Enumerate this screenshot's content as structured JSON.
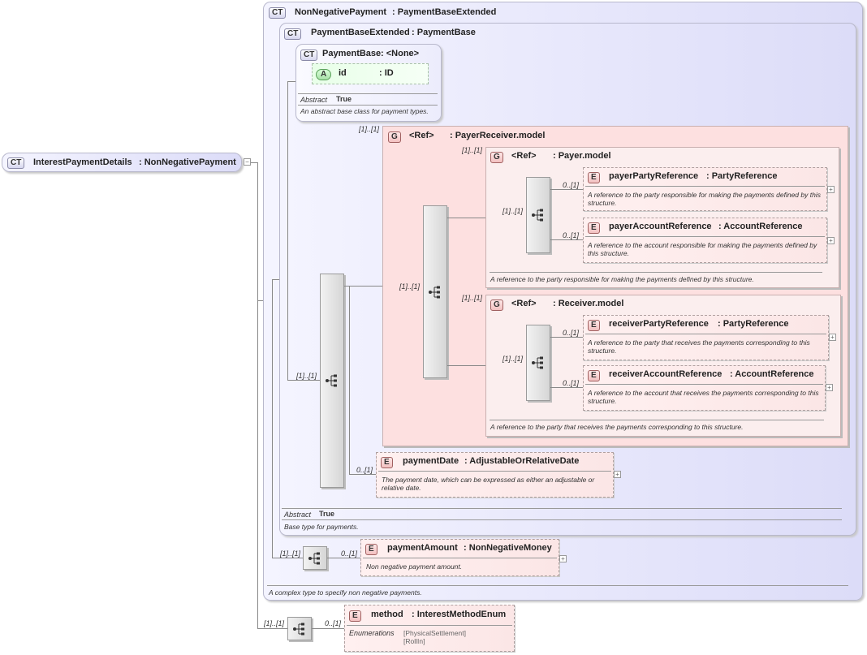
{
  "root": {
    "badge": "CT",
    "name": "InterestPaymentDetails",
    "type": "NonNegativePayment"
  },
  "ct1": {
    "badge": "CT",
    "name": "NonNegativePayment",
    "type": "PaymentBaseExtended",
    "doc": "A complex type to specify non negative payments."
  },
  "ct2": {
    "badge": "CT",
    "name": "PaymentBaseExtended",
    "type": "PaymentBase",
    "abstract_label": "Abstract",
    "abstract_value": "True",
    "doc": "Base type for payments."
  },
  "ct3": {
    "badge": "CT",
    "name": "PaymentBase",
    "type": "<None>",
    "abstract_label": "Abstract",
    "abstract_value": "True",
    "doc": "An abstract base class for payment types."
  },
  "attr_id": {
    "badge": "A",
    "name": "id",
    "type": ": ID"
  },
  "pr_group": {
    "badge": "G",
    "ref": "<Ref>",
    "type": ": PayerReceiver.model",
    "card": "[1]..[1]"
  },
  "payer_group": {
    "badge": "G",
    "ref": "<Ref>",
    "type": ": Payer.model",
    "card": "[1]..[1]",
    "doc": "A reference to the party responsible for making the payments defined by this structure."
  },
  "receiver_group": {
    "badge": "G",
    "ref": "<Ref>",
    "type": ": Receiver.model",
    "card": "[1]..[1]",
    "doc": "A reference to the party that receives the payments corresponding to this structure."
  },
  "el_payerParty": {
    "badge": "E",
    "name": "payerPartyReference",
    "type": ": PartyReference",
    "card": "0..[1]",
    "doc": "A reference to the party responsible for making the payments defined by this structure."
  },
  "el_payerAccount": {
    "badge": "E",
    "name": "payerAccountReference",
    "type": ": AccountReference",
    "card": "0..[1]",
    "doc": "A reference to the account responsible for making the payments defined by this structure."
  },
  "el_receiverParty": {
    "badge": "E",
    "name": "receiverPartyReference",
    "type": ": PartyReference",
    "card": "0..[1]",
    "doc": "A reference to the party that receives the payments corresponding to this structure."
  },
  "el_receiverAccount": {
    "badge": "E",
    "name": "receiverAccountReference",
    "type": ": AccountReference",
    "card": "0..[1]",
    "doc": "A reference to the account that receives the payments corresponding to this structure."
  },
  "el_paymentDate": {
    "badge": "E",
    "name": "paymentDate",
    "type": ": AdjustableOrRelativeDate",
    "card": "0..[1]",
    "doc": "The payment date, which can be expressed as either an adjustable or relative date."
  },
  "el_paymentAmount": {
    "badge": "E",
    "name": "paymentAmount",
    "type": ": NonNegativeMoney",
    "card": "0..[1]",
    "doc": "Non negative payment amount."
  },
  "el_method": {
    "badge": "E",
    "name": "method",
    "type": ": InterestMethodEnum",
    "card": "0..[1]",
    "enum_label": "Enumerations",
    "enum_values": [
      "[PhysicalSettlement]",
      "[RollIn]"
    ]
  },
  "cards": {
    "seq_main": "[1]..[1]",
    "seq_pr": "[1]..[1]",
    "seq_payer": "[1]..[1]",
    "seq_receiver": "[1]..[1]",
    "seq_amount": "[1]..[1]",
    "seq_method": "[1]..[1]"
  },
  "plus_sign": "+",
  "minus_sign": "−",
  "colors": {
    "ct_bg": "#dcdcf8",
    "group_bg": "#fde0e0",
    "element_bg": "#fbe6e6",
    "attribute_bg": "#e8ffe8"
  },
  "icons": {
    "ct_badge": "ct-icon",
    "group_badge": "group-icon",
    "element_badge": "element-icon",
    "sequence": "sequence-icon",
    "attribute_badge": "attribute-icon"
  }
}
